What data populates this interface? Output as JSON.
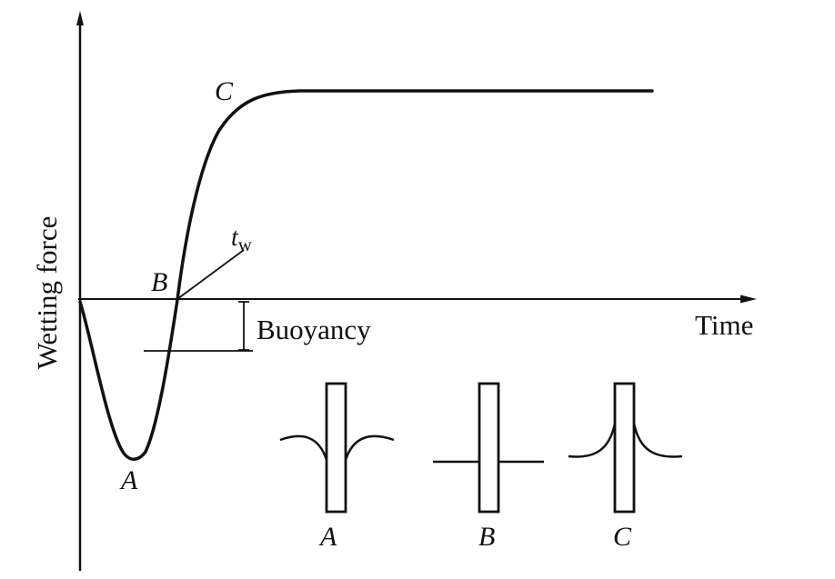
{
  "axes": {
    "y_label": "Wetting force",
    "x_label": "Time"
  },
  "curve_points": {
    "a": "A",
    "b": "B",
    "c": "C"
  },
  "annotations": {
    "tw_main": "t",
    "tw_sub": "w",
    "buoyancy": "Buoyancy"
  },
  "meniscus_panels": [
    {
      "label": "A",
      "shape": "depressed meniscus"
    },
    {
      "label": "B",
      "shape": "flat meniscus"
    },
    {
      "label": "C",
      "shape": "raised meniscus"
    }
  ]
}
